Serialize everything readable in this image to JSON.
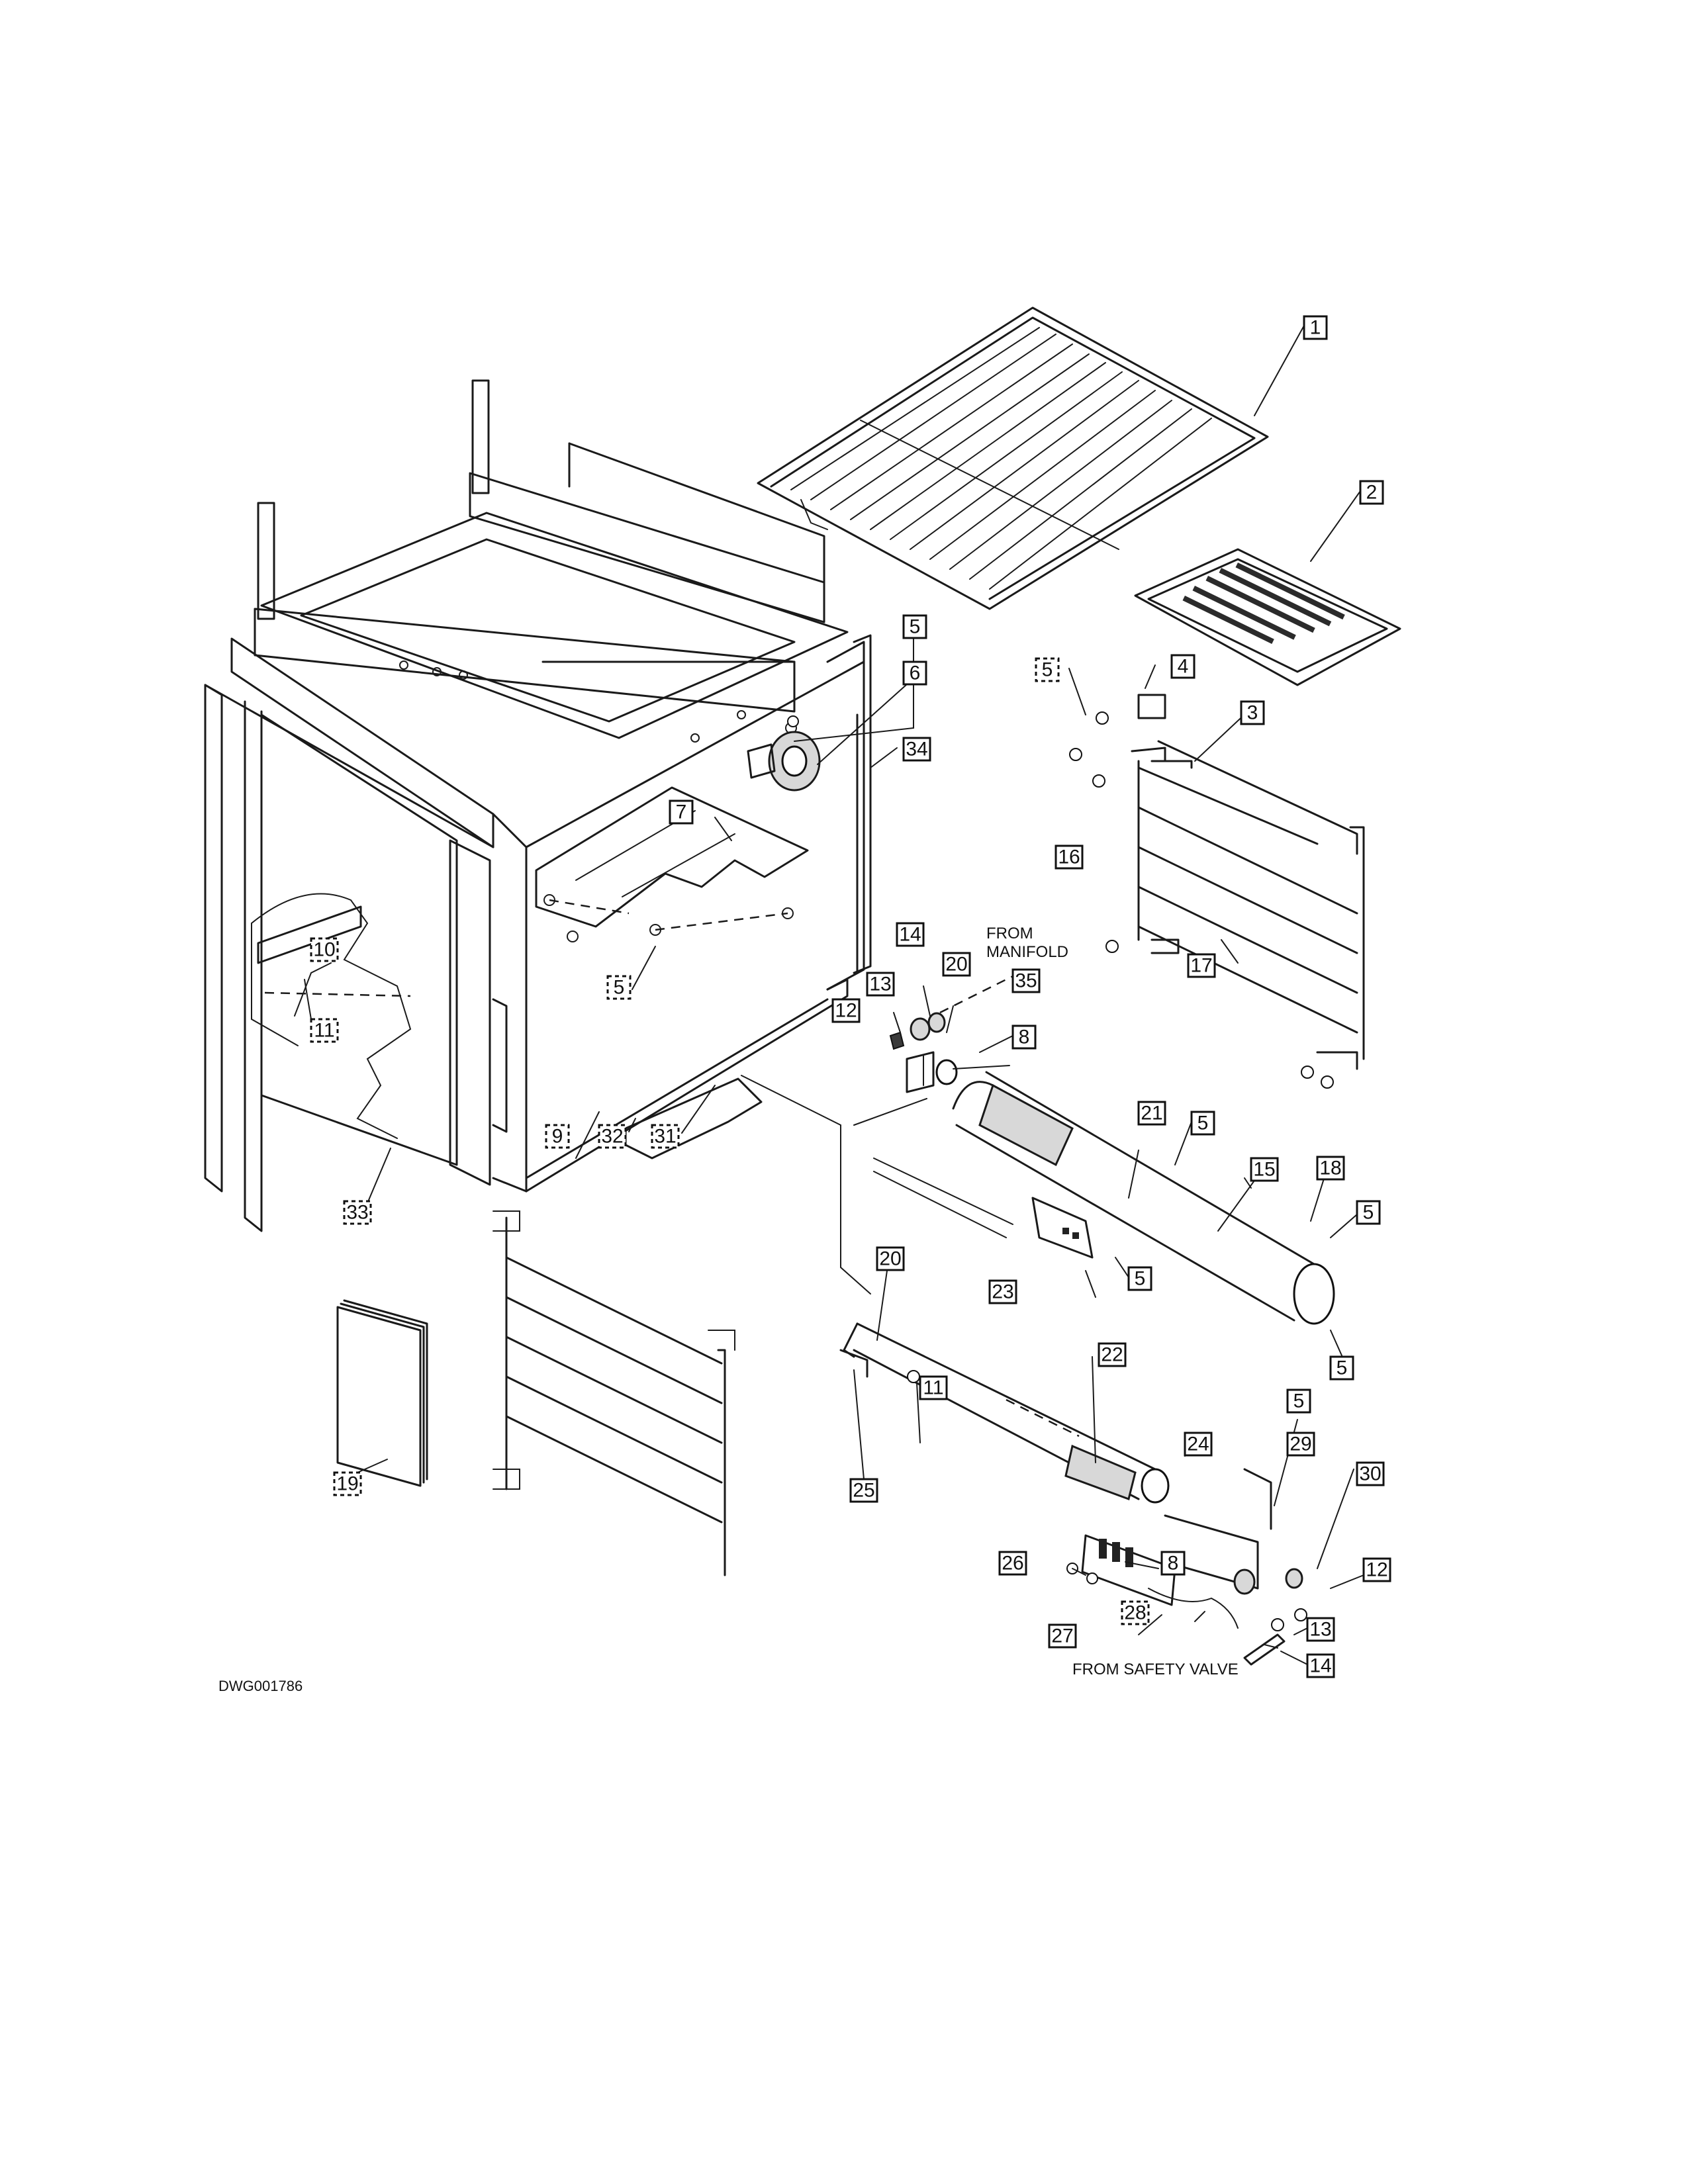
{
  "drawing_id": "DWG001786",
  "notes": {
    "from_manifold_line1": "FROM",
    "from_manifold_line2": "MANIFOLD",
    "from_safety_valve": "FROM SAFETY VALVE"
  },
  "callouts": [
    {
      "id": "c1",
      "label": "1"
    },
    {
      "id": "c2",
      "label": "2"
    },
    {
      "id": "c3",
      "label": "3"
    },
    {
      "id": "c4",
      "label": "4"
    },
    {
      "id": "c5a",
      "label": "5"
    },
    {
      "id": "c5b",
      "label": "5"
    },
    {
      "id": "c5c",
      "label": "5"
    },
    {
      "id": "c5d",
      "label": "5"
    },
    {
      "id": "c5e",
      "label": "5"
    },
    {
      "id": "c5f",
      "label": "5"
    },
    {
      "id": "c5g",
      "label": "5"
    },
    {
      "id": "c5h",
      "label": "5"
    },
    {
      "id": "c6",
      "label": "6"
    },
    {
      "id": "c7",
      "label": "7"
    },
    {
      "id": "c8a",
      "label": "8"
    },
    {
      "id": "c8b",
      "label": "8"
    },
    {
      "id": "c9",
      "label": "9"
    },
    {
      "id": "c10",
      "label": "10"
    },
    {
      "id": "c11a",
      "label": "11"
    },
    {
      "id": "c11b",
      "label": "11"
    },
    {
      "id": "c12a",
      "label": "12"
    },
    {
      "id": "c12b",
      "label": "12"
    },
    {
      "id": "c13a",
      "label": "13"
    },
    {
      "id": "c13b",
      "label": "13"
    },
    {
      "id": "c14a",
      "label": "14"
    },
    {
      "id": "c14b",
      "label": "14"
    },
    {
      "id": "c15",
      "label": "15"
    },
    {
      "id": "c16",
      "label": "16"
    },
    {
      "id": "c17",
      "label": "17"
    },
    {
      "id": "c18",
      "label": "18"
    },
    {
      "id": "c19",
      "label": "19"
    },
    {
      "id": "c20a",
      "label": "20"
    },
    {
      "id": "c20b",
      "label": "20"
    },
    {
      "id": "c21",
      "label": "21"
    },
    {
      "id": "c22",
      "label": "22"
    },
    {
      "id": "c23",
      "label": "23"
    },
    {
      "id": "c24",
      "label": "24"
    },
    {
      "id": "c25",
      "label": "25"
    },
    {
      "id": "c26",
      "label": "26"
    },
    {
      "id": "c27",
      "label": "27"
    },
    {
      "id": "c28",
      "label": "28"
    },
    {
      "id": "c29",
      "label": "29"
    },
    {
      "id": "c30",
      "label": "30"
    },
    {
      "id": "c31",
      "label": "31"
    },
    {
      "id": "c32",
      "label": "32"
    },
    {
      "id": "c33",
      "label": "33"
    },
    {
      "id": "c34",
      "label": "34"
    },
    {
      "id": "c35",
      "label": "35"
    }
  ]
}
